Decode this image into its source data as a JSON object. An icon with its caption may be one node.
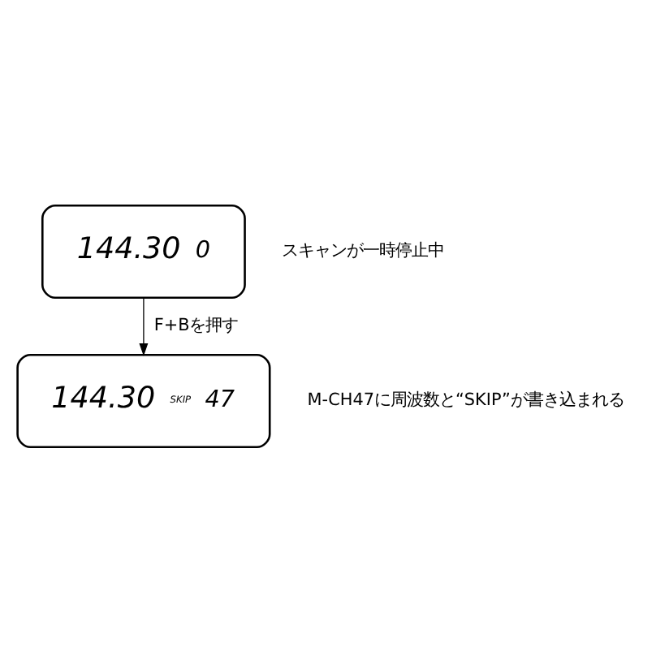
{
  "diagram": {
    "nodes": [
      {
        "text": [
          "144.30",
          "0"
        ],
        "beside": [
          "スキャンが一時停止中"
        ]
      },
      {
        "text": [
          "144.30",
          "SKIP",
          "47"
        ],
        "beside": [
          "M-CH47に周波数と“SKIP”が書き込まれる"
        ]
      }
    ],
    "edges": [
      {
        "from": 0,
        "to": 1,
        "arrow": "to",
        "label": "F+Bを押す"
      }
    ]
  }
}
